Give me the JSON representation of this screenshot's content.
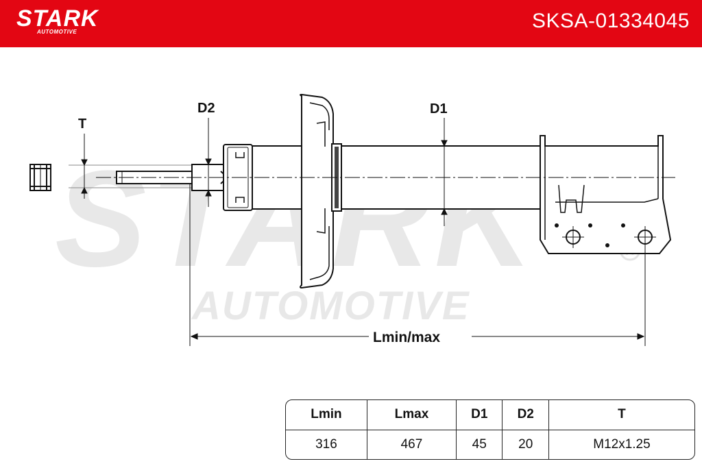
{
  "header": {
    "brand": "STARK",
    "brand_sub": "AUTOMOTIVE",
    "part_number": "SKSA-01334045",
    "accent_color": "#e30613"
  },
  "watermark": {
    "main": "STARK",
    "sub": "AUTOMOTIVE",
    "registered": "R"
  },
  "diagram_labels": {
    "t": "T",
    "d2": "D2",
    "d1": "D1",
    "length": "Lmin/max"
  },
  "spec_table": {
    "headers": [
      "Lmin",
      "Lmax",
      "D1",
      "D2",
      "T"
    ],
    "values": [
      "316",
      "467",
      "45",
      "20",
      "M12x1.25"
    ]
  }
}
